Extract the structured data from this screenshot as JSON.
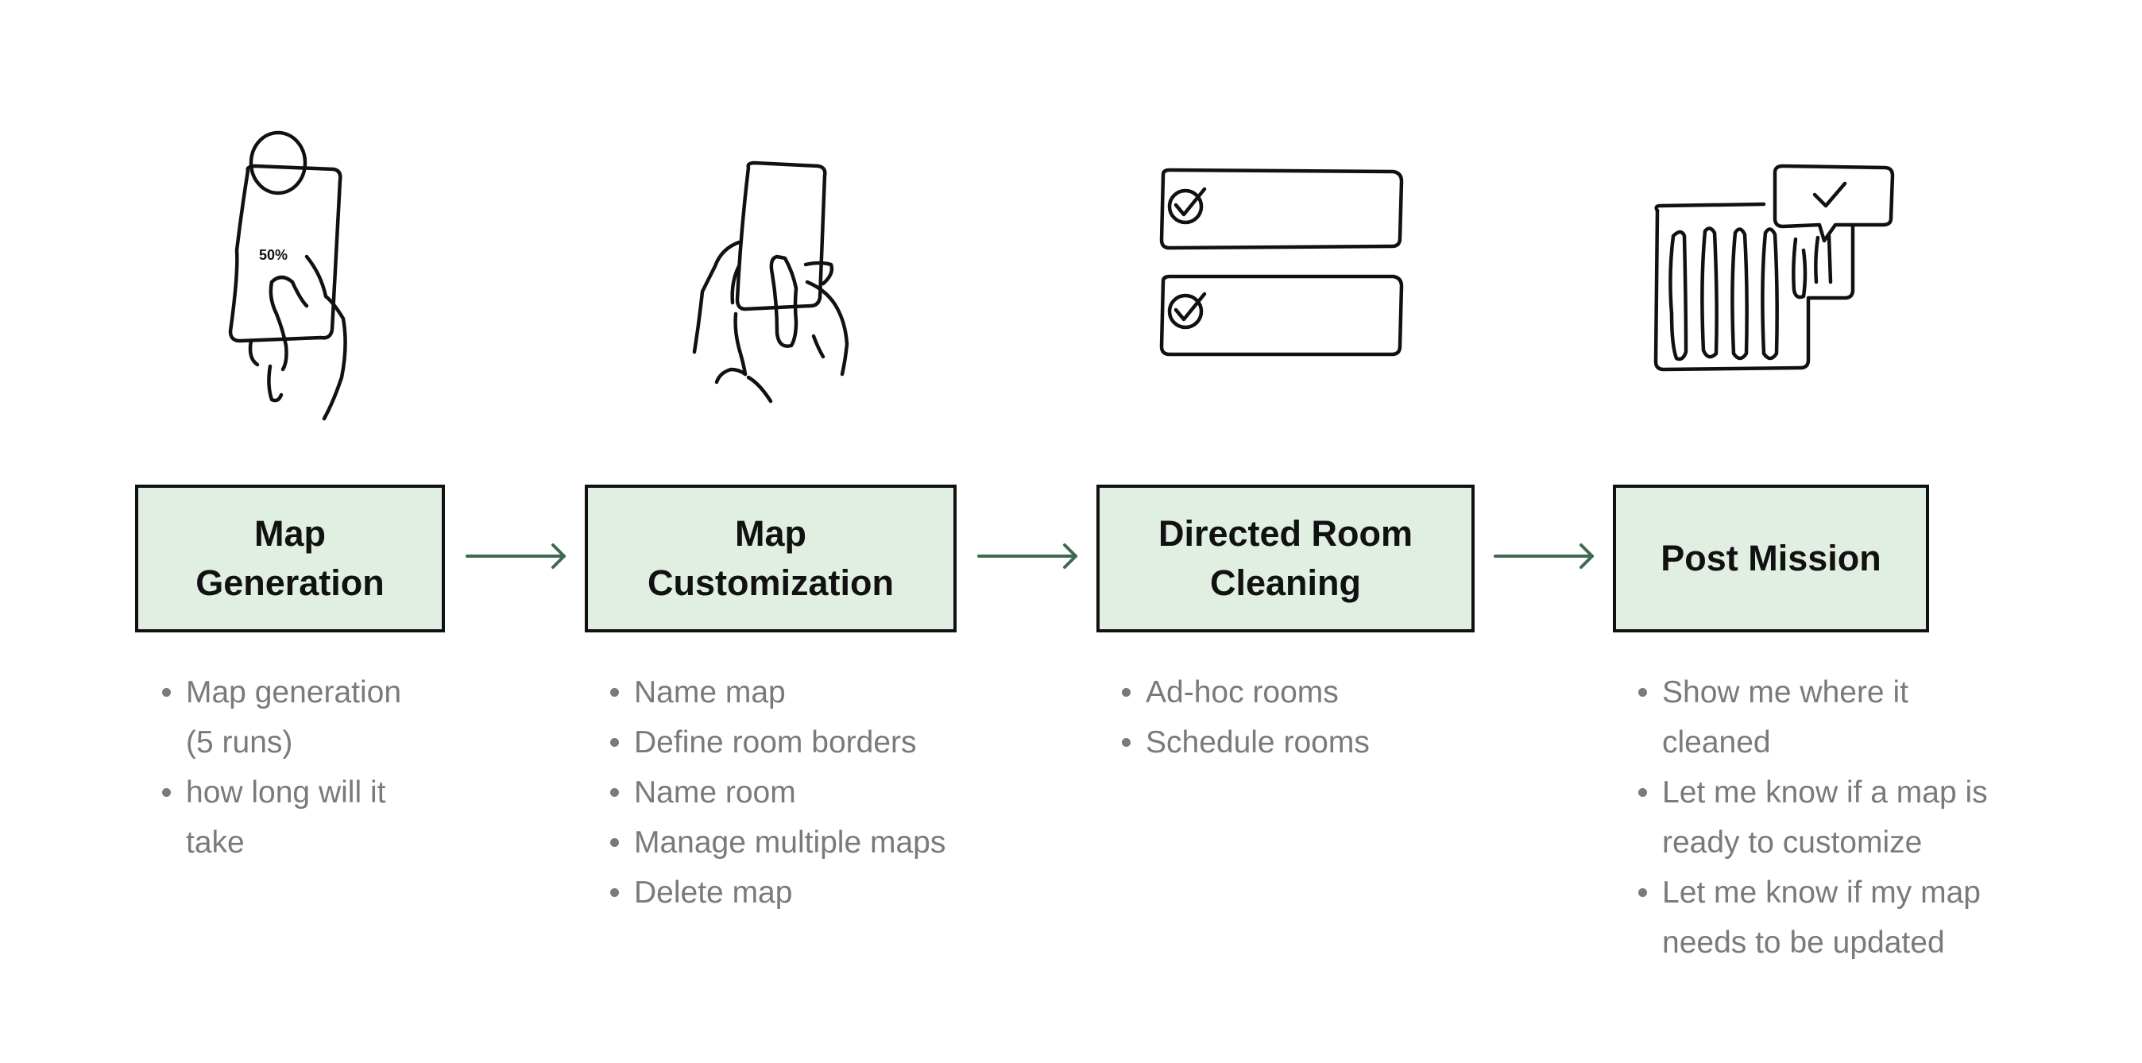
{
  "diagram": {
    "phone_percent_label": "50%",
    "stages": [
      {
        "id": "map-generation",
        "title": "Map\nGeneration",
        "icon": "hand-holding-phone-icon",
        "bullets": [
          "Map generation\n(5 runs)",
          "how long will it\ntake"
        ]
      },
      {
        "id": "map-customization",
        "title": "Map\nCustomization",
        "icon": "hands-using-phone-icon",
        "bullets": [
          "Name map",
          "Define room borders",
          "Name room",
          "Manage multiple maps",
          "Delete map"
        ]
      },
      {
        "id": "directed-room-cleaning",
        "title": "Directed Room\nCleaning",
        "icon": "checklist-icon",
        "bullets": [
          "Ad-hoc rooms",
          "Schedule rooms"
        ]
      },
      {
        "id": "post-mission",
        "title": "Post Mission",
        "icon": "cleaned-map-with-check-icon",
        "bullets": [
          "Show me where it\ncleaned",
          "Let me know if a map is\nready to customize",
          "Let me know if my map\nneeds to be updated"
        ]
      }
    ],
    "colors": {
      "box_fill": "#e0efe2",
      "arrow": "#3e6b4f",
      "bullet_text": "#7a7a7a",
      "title_text": "#111111"
    }
  }
}
